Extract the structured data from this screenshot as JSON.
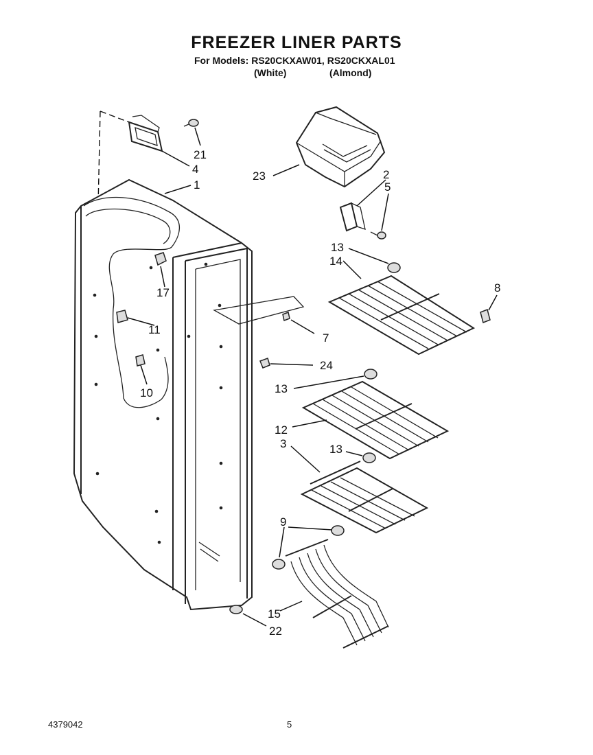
{
  "header": {
    "title": "FREEZER LINER PARTS",
    "models_line": "For Models: RS20CKXAW01, RS20CKXAL01",
    "color_white": "(White)",
    "color_almond": "(Almond)"
  },
  "callouts": {
    "c1": "1",
    "c2": "2",
    "c3": "3",
    "c4": "4",
    "c5": "5",
    "c7": "7",
    "c8": "8",
    "c9": "9",
    "c10": "10",
    "c11": "11",
    "c12": "12",
    "c13a": "13",
    "c13b": "13",
    "c13c": "13",
    "c14": "14",
    "c15": "15",
    "c17": "17",
    "c21": "21",
    "c22": "22",
    "c23": "23",
    "c24": "24"
  },
  "footer": {
    "doc_number": "4379042",
    "page_number": "5"
  }
}
